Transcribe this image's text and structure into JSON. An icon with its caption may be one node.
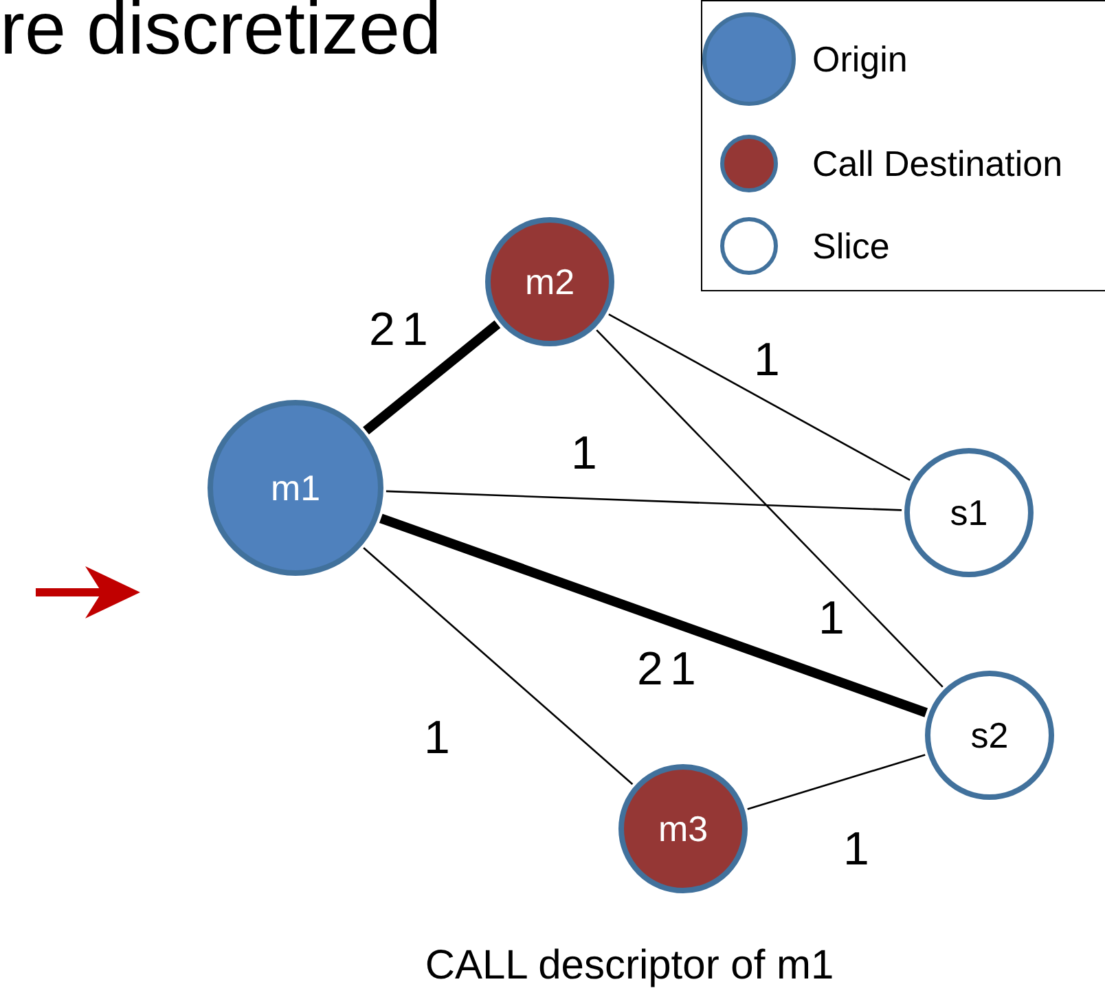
{
  "diagram": {
    "caption": "CALL descriptor of m1",
    "nodes": [
      {
        "text": [
          "m1"
        ]
      },
      {
        "text": [
          "m2"
        ]
      },
      {
        "text": [
          "s1"
        ]
      },
      {
        "text": [
          "s2"
        ]
      },
      {
        "text": [
          "m3"
        ]
      }
    ],
    "edges": [
      {
        "from": 0,
        "to": 1,
        "arrow": "none",
        "label": "2",
        "style": "thick"
      },
      {
        "from": 1,
        "to": 2,
        "arrow": "none",
        "label": "1"
      },
      {
        "from": 0,
        "to": 2,
        "arrow": "none",
        "label": "1"
      },
      {
        "from": 1,
        "to": 3,
        "arrow": "none",
        "label": "1"
      },
      {
        "from": 0,
        "to": 3,
        "arrow": "none",
        "label": "2",
        "style": "thick"
      },
      {
        "from": 0,
        "to": 4,
        "arrow": "none",
        "label": "1"
      },
      {
        "from": 4,
        "to": 3,
        "arrow": "none",
        "label": "1"
      }
    ],
    "labels": [
      "re discretized",
      "1",
      "1"
    ],
    "legend": [
      {
        "text": "Origin",
        "color": "#4f81bd"
      },
      {
        "text": "Call Destination",
        "color": "#953735"
      },
      {
        "text": "Slice",
        "color": "#ffffff"
      }
    ]
  }
}
